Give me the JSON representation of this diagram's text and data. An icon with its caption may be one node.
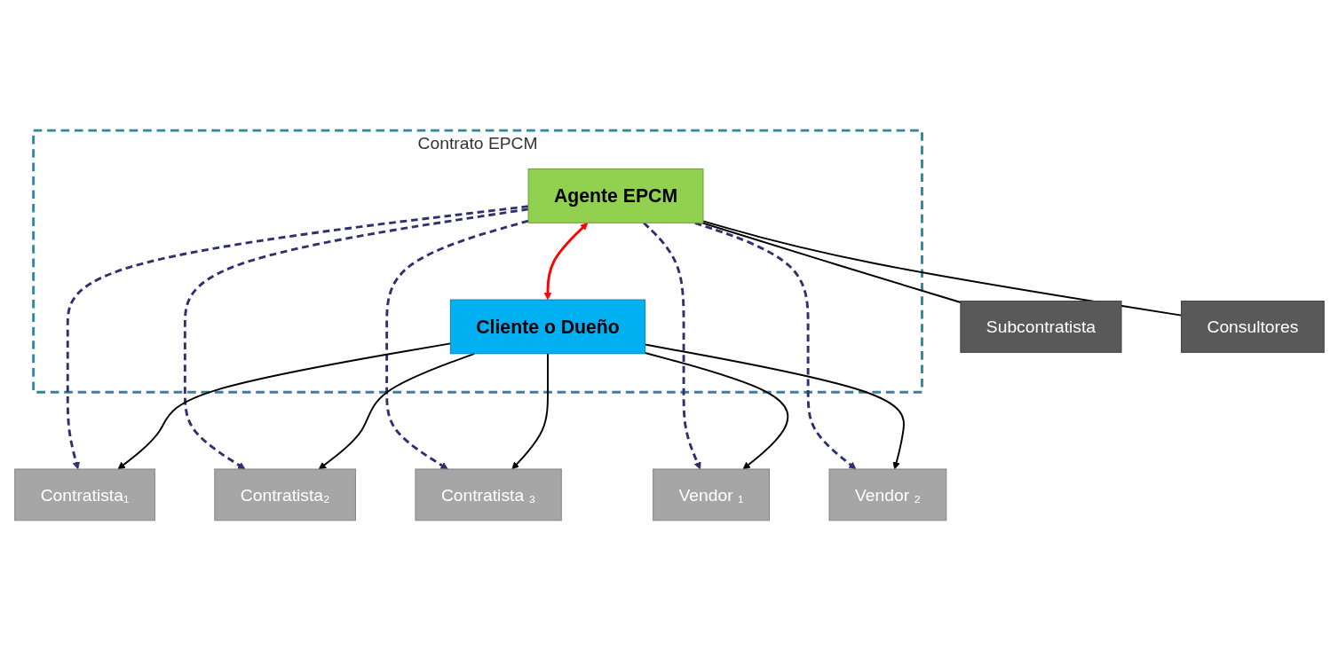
{
  "diagram": {
    "nodes": [
      {
        "text": [
          "Contrato EPCM"
        ]
      },
      {
        "text": [
          "Agente EPCM"
        ],
        "in": 0
      },
      {
        "text": [
          "Cliente o Dueño"
        ],
        "in": 0
      },
      {
        "text": [
          "Subcontratista"
        ]
      },
      {
        "text": [
          "Consultores"
        ]
      },
      {
        "text": [
          "Contratista₁"
        ]
      },
      {
        "text": [
          "Contratista₂"
        ]
      },
      {
        "text": [
          "Contratista ₃"
        ]
      },
      {
        "text": [
          "Vendor ₁"
        ]
      },
      {
        "text": [
          "Vendor ₂"
        ]
      }
    ],
    "edges": [
      {
        "from": 1,
        "to": 2,
        "arrow": "both",
        "color": "#ff0000"
      },
      {
        "from": 1,
        "to": 3,
        "arrow": "none"
      },
      {
        "from": 1,
        "to": 4,
        "arrow": "none"
      },
      {
        "from": 1,
        "to": 5,
        "arrow": "to",
        "style": "dashed",
        "color": "#2e3070"
      },
      {
        "from": 1,
        "to": 6,
        "arrow": "to",
        "style": "dashed",
        "color": "#2e3070"
      },
      {
        "from": 1,
        "to": 7,
        "arrow": "to",
        "style": "dashed",
        "color": "#2e3070"
      },
      {
        "from": 1,
        "to": 8,
        "arrow": "to",
        "style": "dashed",
        "color": "#2e3070"
      },
      {
        "from": 1,
        "to": 9,
        "arrow": "to",
        "style": "dashed",
        "color": "#2e3070"
      },
      {
        "from": 2,
        "to": 5,
        "arrow": "to"
      },
      {
        "from": 2,
        "to": 6,
        "arrow": "to"
      },
      {
        "from": 2,
        "to": 7,
        "arrow": "to"
      },
      {
        "from": 2,
        "to": 8,
        "arrow": "to"
      },
      {
        "from": 2,
        "to": 9,
        "arrow": "to"
      }
    ]
  }
}
